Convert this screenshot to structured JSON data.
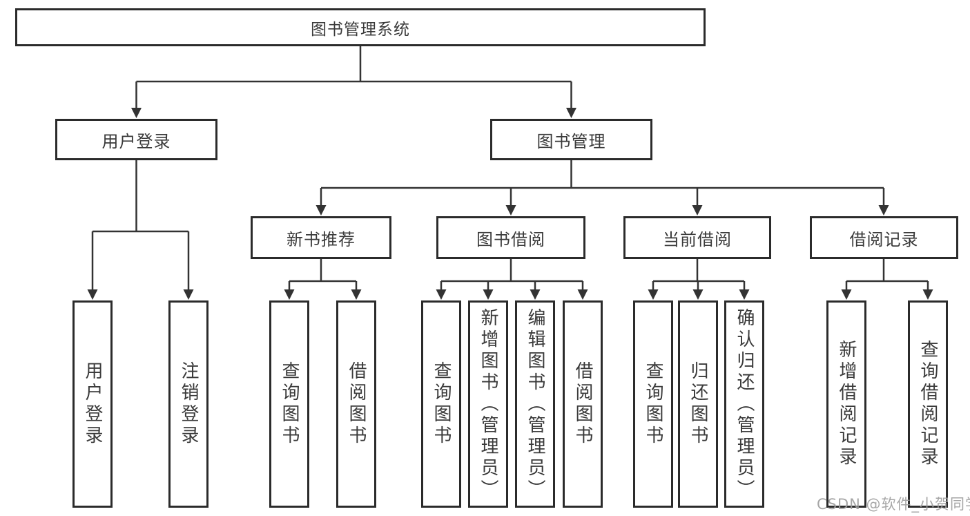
{
  "diagram": {
    "root": "图书管理系统",
    "level1": {
      "user_login": "用户登录",
      "book_mgmt": "图书管理"
    },
    "level2": {
      "new_book_rec": "新书推荐",
      "book_borrow": "图书借阅",
      "current_borrow": "当前借阅",
      "borrow_records": "借阅记录"
    },
    "leaves": {
      "user_login": [
        "用户登录",
        "注销登录"
      ],
      "new_book_rec": [
        "查询图书",
        "借阅图书"
      ],
      "book_borrow": [
        "查询图书",
        "新增图书（管理员）",
        "编辑图书（管理员）",
        "借阅图书"
      ],
      "current_borrow": [
        "查询图书",
        "归还图书",
        "确认归还（管理员）"
      ],
      "borrow_records": [
        "新增借阅记录",
        "查询借阅记录"
      ]
    }
  },
  "watermark": "CSDN @软件_小贺同学",
  "colors": {
    "line": "#333333",
    "box_border": "#2b2b2b",
    "text": "#3a3a3a",
    "watermark": "#9e9e9e",
    "background": "#ffffff"
  }
}
